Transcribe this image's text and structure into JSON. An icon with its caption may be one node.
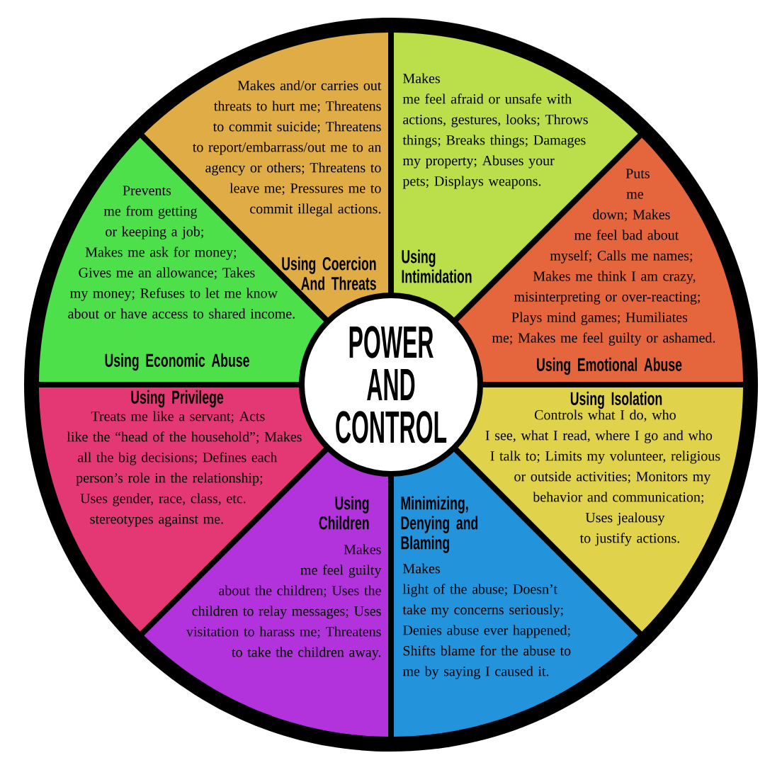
{
  "diagram": {
    "nodes": [
      {
        "text": [
          "POWER AND CONTROL"
        ]
      },
      {
        "text": [
          "Makes and/or carries out threats to hurt me; Threatens to commit suicide; Threatens to report/embarrass/out me to an agency or others; Threatens to leave me; Pressures me to commit illegal actions.",
          "Using Coercion And Threats"
        ]
      },
      {
        "text": [
          "Makes me feel afraid or unsafe with actions, gestures, looks; Throws things; Breaks things; Damages my property; Abuses your pets; Displays weapons.",
          "Using Intimidation"
        ]
      },
      {
        "text": [
          "Puts me down; Makes me feel bad about myself; Calls me names; Makes me think I am crazy, misinterpreting or over-reacting; Plays mind games; Humiliates me; Makes me feel guilty or ashamed.",
          "Using Emotional Abuse"
        ]
      },
      {
        "text": [
          "Using Isolation",
          "Controls what I do, who I see, what I read, where I go and who I talk to; Limits my volunteer, religious or outside activities; Monitors my behavior and communication; Uses jealousy to justify actions."
        ]
      },
      {
        "text": [
          "Minimizing, Denying and Blaming",
          "Makes light of the abuse; Doesn’t take my concerns seriously; Denies abuse ever happened; Shifts blame for the abuse to me by saying I caused it."
        ]
      },
      {
        "text": [
          "Using Children",
          "Makes me feel guilty about the children; Uses the children to relay messages; Uses visitation to harass me; Threatens to take the children away."
        ]
      },
      {
        "text": [
          "Using Privilege",
          "Treats me like a servant; Acts like the “head of the household”; Makes all the big decisions; Defines each person’s role in the relationship; Uses gender, race, class, etc. stereotypes against me."
        ]
      },
      {
        "text": [
          "Prevents me from getting or keeping a job; Makes me ask for money; Gives me an allowance; Takes my money; Refuses to let me know about or have access to shared income.",
          "Using Economic Abuse"
        ]
      }
    ]
  }
}
